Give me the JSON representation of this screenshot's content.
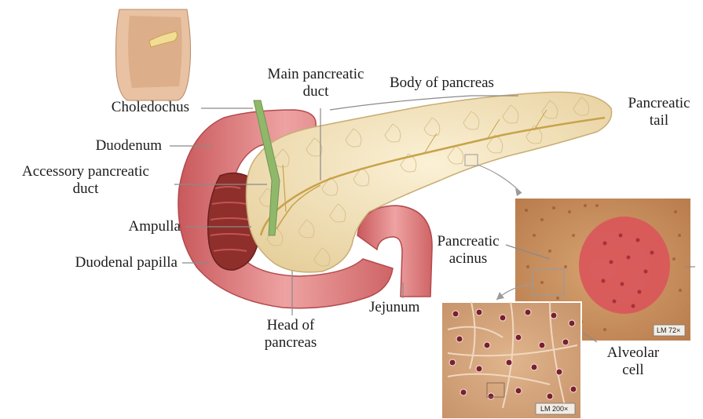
{
  "labels": {
    "choledochus": "Choledochus",
    "main_duct_1": "Main pancreatic",
    "main_duct_2": "duct",
    "body": "Body of pancreas",
    "tail_1": "Pancreatic",
    "tail_2": "tail",
    "duodenum": "Duodenum",
    "accessory_1": "Accessory pancreatic",
    "accessory_2": "duct",
    "ampulla": "Ampulla",
    "duodenal_papilla": "Duodenal papilla",
    "acinus_1": "Pancreatic",
    "acinus_2": "acinus",
    "jejunum": "Jejunum",
    "head_1": "Head of",
    "head_2": "pancreas",
    "alveolar_1": "Alveolar",
    "alveolar_2": "cell",
    "micro_scale_1": "LM 72×",
    "micro_scale_2": "LM 200×"
  },
  "colors": {
    "pancreas": "#f3e4bf",
    "pancreas_lobule": "#d9c08e",
    "duodenum": "#d9777a",
    "duodenum_inner": "#8e2f2c",
    "duct": "#c8a24a",
    "bile_duct": "#8fb86a",
    "micro_bg": "#c78f5e",
    "islet": "#d9555a",
    "leader": "#8a8a8a"
  }
}
